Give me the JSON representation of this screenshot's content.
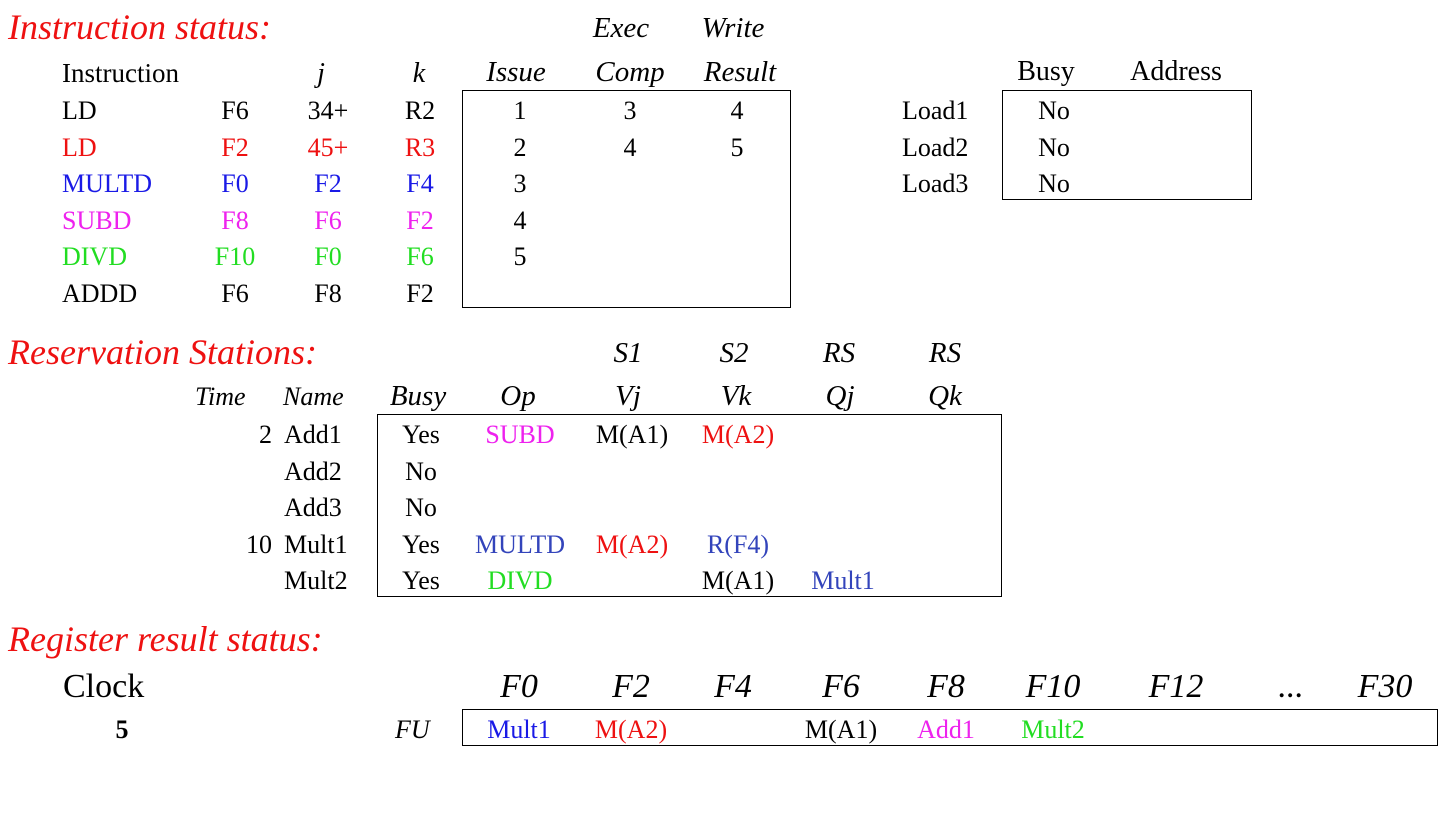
{
  "colors": {
    "black": "#000000",
    "red": "#ee1111",
    "blue": "#1a1ae6",
    "magenta": "#ee22ee",
    "green": "#22dd22",
    "steel": "#3344bb"
  },
  "instruction_status": {
    "title": "Instruction status:",
    "header_top": {
      "exec": "Exec",
      "write": "Write"
    },
    "headers": {
      "instruction": "Instruction",
      "j": "j",
      "k": "k",
      "issue": "Issue",
      "comp": "Comp",
      "result": "Result"
    },
    "rows": [
      {
        "op": "LD",
        "dest": "F6",
        "j": "34+",
        "k": "R2",
        "issue": "1",
        "exec": "3",
        "write": "4",
        "color": "#000000"
      },
      {
        "op": "LD",
        "dest": "F2",
        "j": "45+",
        "k": "R3",
        "issue": "2",
        "exec": "4",
        "write": "5",
        "color": "#ee1111"
      },
      {
        "op": "MULTD",
        "dest": "F0",
        "j": "F2",
        "k": "F4",
        "issue": "3",
        "exec": "",
        "write": "",
        "color": "#1a1ae6"
      },
      {
        "op": "SUBD",
        "dest": "F8",
        "j": "F6",
        "k": "F2",
        "issue": "4",
        "exec": "",
        "write": "",
        "color": "#ee22ee"
      },
      {
        "op": "DIVD",
        "dest": "F10",
        "j": "F0",
        "k": "F6",
        "issue": "5",
        "exec": "",
        "write": "",
        "color": "#22dd22"
      },
      {
        "op": "ADDD",
        "dest": "F6",
        "j": "F8",
        "k": "F2",
        "issue": "",
        "exec": "",
        "write": "",
        "color": "#000000"
      }
    ]
  },
  "load_buffers": {
    "headers": {
      "busy": "Busy",
      "address": "Address"
    },
    "rows": [
      {
        "name": "Load1",
        "busy": "No",
        "address": ""
      },
      {
        "name": "Load2",
        "busy": "No",
        "address": ""
      },
      {
        "name": "Load3",
        "busy": "No",
        "address": ""
      }
    ]
  },
  "reservation_stations": {
    "title": "Reservation Stations:",
    "header_top": {
      "s1": "S1",
      "s2": "S2",
      "rs1": "RS",
      "rs2": "RS"
    },
    "headers": {
      "time": "Time",
      "name": "Name",
      "busy": "Busy",
      "op": "Op",
      "vj": "Vj",
      "vk": "Vk",
      "qj": "Qj",
      "qk": "Qk"
    },
    "rows": [
      {
        "time": "2",
        "name": "Add1",
        "busy": "Yes",
        "op": {
          "text": "SUBD",
          "color": "#ee22ee"
        },
        "vj": {
          "text": "M(A1)",
          "color": "#000000"
        },
        "vk": {
          "text": "M(A2)",
          "color": "#ee1111"
        },
        "qj": {
          "text": "",
          "color": "#000000"
        },
        "qk": {
          "text": "",
          "color": "#000000"
        }
      },
      {
        "time": "",
        "name": "Add2",
        "busy": "No",
        "op": {
          "text": "",
          "color": "#000000"
        },
        "vj": {
          "text": "",
          "color": "#000000"
        },
        "vk": {
          "text": "",
          "color": "#000000"
        },
        "qj": {
          "text": "",
          "color": "#000000"
        },
        "qk": {
          "text": "",
          "color": "#000000"
        }
      },
      {
        "time": "",
        "name": "Add3",
        "busy": "No",
        "op": {
          "text": "",
          "color": "#000000"
        },
        "vj": {
          "text": "",
          "color": "#000000"
        },
        "vk": {
          "text": "",
          "color": "#000000"
        },
        "qj": {
          "text": "",
          "color": "#000000"
        },
        "qk": {
          "text": "",
          "color": "#000000"
        }
      },
      {
        "time": "10",
        "name": "Mult1",
        "busy": "Yes",
        "op": {
          "text": "MULTD",
          "color": "#3344bb"
        },
        "vj": {
          "text": "M(A2)",
          "color": "#ee1111"
        },
        "vk": {
          "text": "R(F4)",
          "color": "#3344bb"
        },
        "qj": {
          "text": "",
          "color": "#000000"
        },
        "qk": {
          "text": "",
          "color": "#000000"
        }
      },
      {
        "time": "",
        "name": "Mult2",
        "busy": "Yes",
        "op": {
          "text": "DIVD",
          "color": "#22dd22"
        },
        "vj": {
          "text": "",
          "color": "#000000"
        },
        "vk": {
          "text": "M(A1)",
          "color": "#000000"
        },
        "qj": {
          "text": "Mult1",
          "color": "#3344bb"
        },
        "qk": {
          "text": "",
          "color": "#000000"
        }
      }
    ]
  },
  "register_status": {
    "title": "Register result status:",
    "clock_label": "Clock",
    "clock_value": "5",
    "fu_label": "FU",
    "registers": [
      {
        "name": "F0",
        "fu": "Mult1",
        "color": "#1a1ae6"
      },
      {
        "name": "F2",
        "fu": "M(A2)",
        "color": "#ee1111"
      },
      {
        "name": "F4",
        "fu": "",
        "color": "#000000"
      },
      {
        "name": "F6",
        "fu": "M(A1)",
        "color": "#000000"
      },
      {
        "name": "F8",
        "fu": "Add1",
        "color": "#ee22ee"
      },
      {
        "name": "F10",
        "fu": "Mult2",
        "color": "#22dd22"
      },
      {
        "name": "F12",
        "fu": "",
        "color": "#000000"
      },
      {
        "name": "...",
        "fu": "",
        "color": "#000000"
      },
      {
        "name": "F30",
        "fu": "",
        "color": "#000000"
      }
    ]
  }
}
